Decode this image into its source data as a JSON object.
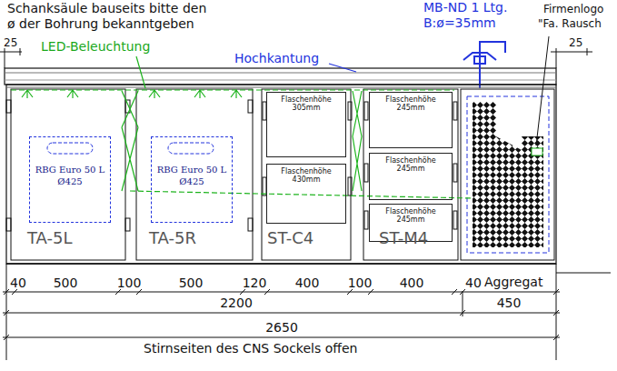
{
  "diagram": {
    "nodes": [
      {
        "text": [
          "RBG Euro 50 L Ø425"
        ]
      },
      {
        "text": [
          "RBG Euro 50 L Ø425"
        ]
      },
      {
        "text": [
          "Flaschenhöhe 305mm"
        ]
      },
      {
        "text": [
          "Flaschenhöhe 430mm"
        ]
      },
      {
        "text": [
          "Flaschenhöhe 245mm"
        ]
      },
      {
        "text": [
          "Flaschenhöhe 245mm"
        ]
      },
      {
        "text": [
          "Flaschenhöhe 245mm"
        ]
      }
    ],
    "labels": [
      "Schanksäule bauseits bitte den",
      "ø der Bohrung bekanntgeben",
      "25",
      "LED-Beleuchtung",
      "Hochkantung",
      "MB-ND 1 Ltg.",
      "B:ø=35mm",
      "Firmenlogo",
      "\"Fa. Rausch",
      "25",
      "TA-5L",
      "TA-5R",
      "ST-C4",
      "ST-M4",
      "40",
      "500",
      "100",
      "500",
      "120",
      "400",
      "100",
      "400",
      "40",
      "Aggregat",
      "450",
      "2200",
      "2650",
      "Stirnseiten des CNS Sockels offen"
    ]
  }
}
